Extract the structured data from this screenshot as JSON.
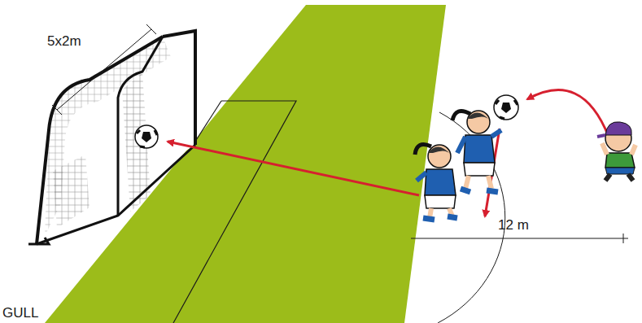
{
  "diagram": {
    "labels": [
      "5x2m",
      "12 m",
      "GULL"
    ]
  }
}
